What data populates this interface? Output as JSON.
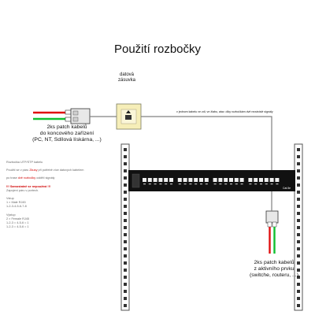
{
  "title": "Použití rozbočky",
  "left_label": [
    "2ks patch kabelů",
    "do koncového zařízení",
    "(PC, NT, Sdílová lískárna, ...)"
  ],
  "socket_label": [
    "datová",
    "zásuvka"
  ],
  "connection_note": "v jednom kabelu ve zdi, ve žlabu, atav. díky rozbočkám dvě nezávislé signály",
  "bottom_label": [
    "2ks patch kabelů",
    "z aktivního prvku",
    "(switche, routeru, ...)"
  ],
  "panel_label": "Cat.5e",
  "notes": {
    "line1": "Rozbočka UTP/STP kabelu",
    "line2_pre": "Použití se v páru ",
    "line2_red": "Zkusy",
    "line2_post": " při potřebě více datových kabelem",
    "line3_pre": "po trase ",
    "line3_red": "dvě rozbočky",
    "line3_post": " oddělí signály",
    "warning": "!!! Samostatně se nepoužívá !!!",
    "warning_sub": "Zapojení páru v portech.",
    "input_head": "Vstup",
    "input_1": "1 × Male RJ45",
    "input_2": "1-2-3-4-5-6-7-8",
    "output_head": "Výstup",
    "output_1": "2 × Female RJ45",
    "output_2": "1-2-3 = 4-5-6 = 1",
    "output_3": "1-2-3 = 4-5-6 = 1"
  },
  "colors": {
    "cable_red": "#e01010",
    "cable_green": "#10c030",
    "panel": "#111111",
    "rack": "#555555",
    "socket": "#f6eeb8",
    "wire": "#808080"
  }
}
